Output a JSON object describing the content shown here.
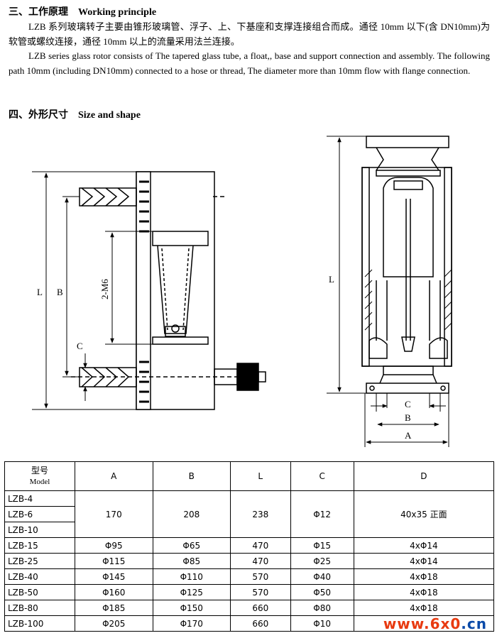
{
  "section3": {
    "title_cn": "三、工作原理",
    "title_en": "Working principle",
    "para_cn": "LZB 系列玻璃转子主要由锥形玻璃管、浮子、上、下基座和支撑连接组合而成。通径 10mm 以下(含 DN10mm)为软管或螺纹连接，通径 10mm 以上的流量采用法兰连接。",
    "para_en": "LZB series glass rotor consists of The tapered glass tube, a float,, base and support connection and assembly. The following path 10mm (including DN10mm) connected to a hose or thread, The diameter more than 10mm flow with flange connection."
  },
  "section4": {
    "title_cn": "四、外形尺寸",
    "title_en": "Size and shape"
  },
  "drawing": {
    "left_labels": {
      "L": "L",
      "B": "B",
      "M": "2-M6",
      "C": "C"
    },
    "right_labels": {
      "L": "L",
      "C": "C",
      "B": "B",
      "A": "A"
    }
  },
  "table": {
    "headers": {
      "model_cn": "型号",
      "model_en": "Model",
      "A": "A",
      "B": "B",
      "L": "L",
      "C": "C",
      "D": "D"
    },
    "group_models": [
      "LZB-4",
      "LZB-6",
      "LZB-10"
    ],
    "group_values": {
      "A": "170",
      "B": "208",
      "L": "238",
      "C": "Φ12",
      "D": "40x35 正面"
    },
    "rows": [
      {
        "model": "LZB-15",
        "A": "Φ95",
        "B": "Φ65",
        "L": "470",
        "C": "Φ15",
        "D": "4xΦ14"
      },
      {
        "model": "LZB-25",
        "A": "Φ115",
        "B": "Φ85",
        "L": "470",
        "C": "Φ25",
        "D": "4xΦ14"
      },
      {
        "model": "LZB-40",
        "A": "Φ145",
        "B": "Φ110",
        "L": "570",
        "C": "Φ40",
        "D": "4xΦ18"
      },
      {
        "model": "LZB-50",
        "A": "Φ160",
        "B": "Φ125",
        "L": "570",
        "C": "Φ50",
        "D": "4xΦ18"
      },
      {
        "model": "LZB-80",
        "A": "Φ185",
        "B": "Φ150",
        "L": "660",
        "C": "Φ80",
        "D": "4xΦ18"
      },
      {
        "model": "LZB-100",
        "A": "Φ205",
        "B": "Φ170",
        "L": "660",
        "C": "Φ10",
        "D": ""
      }
    ]
  },
  "watermark": {
    "prefix": "www.",
    "brand": "6x0",
    "suffix": ".cn"
  }
}
